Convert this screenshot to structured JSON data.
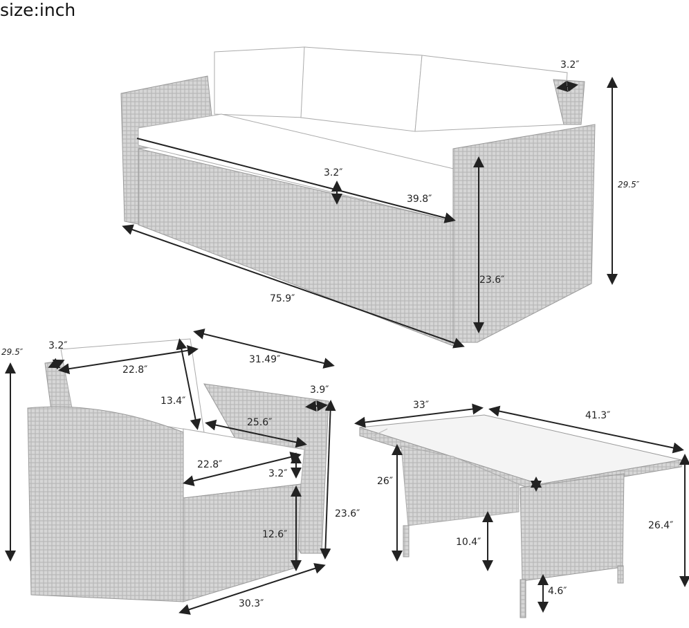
{
  "title": "size:inch",
  "sofa": {
    "back_cushion_depth": "3.2″",
    "overall_height": "29.5″",
    "seat_cushion_thickness": "3.2″",
    "seat_depth": "39.8″",
    "arm_height": "23.6″",
    "overall_width": "75.9″"
  },
  "armchair": {
    "overall_height": "29.5″",
    "back_cushion_depth": "3.2″",
    "back_cushion_width": "22.8″",
    "overall_depth": "31.49″",
    "back_cushion_height": "13.4″",
    "arm_width": "3.9″",
    "seat_depth": "25.6″",
    "seat_width": "22.8″",
    "seat_cushion_thickness": "3.2″",
    "arm_height": "23.6″",
    "seat_height": "12.6″",
    "overall_width": "30.3″"
  },
  "table": {
    "width": "33″",
    "length": "41.3″",
    "under_height": "26″",
    "leg_opening_height": "10.4″",
    "overall_height": "26.4″",
    "leg_clearance": "4.6″"
  }
}
